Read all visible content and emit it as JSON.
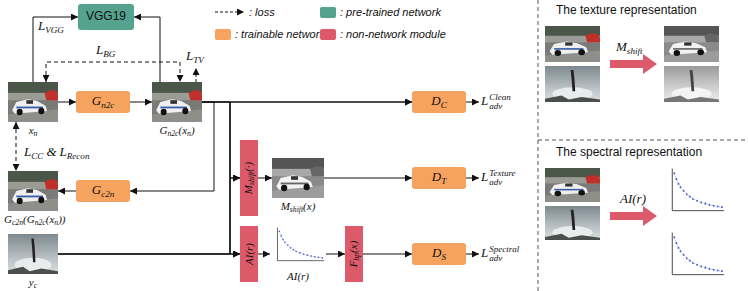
{
  "diagram": {
    "nodes": [
      {
        "text": [
          "VGG19"
        ]
      },
      {
        "text": [
          "x",
          "n"
        ]
      },
      {
        "text": [
          "G",
          "n2c"
        ]
      },
      {
        "text": [
          "G",
          "n2c",
          "(x",
          "n",
          ")"
        ]
      },
      {
        "text": [
          "G",
          "c2n"
        ]
      },
      {
        "text": [
          "G",
          "c2n",
          "(G",
          "n2c",
          "(x",
          "n",
          "))"
        ]
      },
      {
        "text": [
          "y",
          "c"
        ]
      },
      {
        "text": [
          "M",
          "shift",
          "(·)"
        ]
      },
      {
        "text": [
          "M",
          "shift",
          "(x)"
        ]
      },
      {
        "text": [
          "AI(r)"
        ]
      },
      {
        "text": [
          "AI(r)"
        ]
      },
      {
        "text": [
          "F",
          "hp",
          "(x)"
        ]
      },
      {
        "text": [
          "D",
          "C"
        ]
      },
      {
        "text": [
          "D",
          "T"
        ]
      },
      {
        "text": [
          "D",
          "S"
        ]
      }
    ],
    "edges": [
      {
        "from": 1,
        "to": 0,
        "arrow": "to"
      },
      {
        "from": 3,
        "to": 0,
        "arrow": "to"
      },
      {
        "from": 1,
        "to": 2,
        "arrow": "to"
      },
      {
        "from": 2,
        "to": 3,
        "arrow": "to"
      },
      {
        "from": 1,
        "to": 3,
        "arrow": "both"
      },
      {
        "from": 3,
        "to": 4,
        "arrow": "to"
      },
      {
        "from": 4,
        "to": 5,
        "arrow": "to"
      },
      {
        "from": 1,
        "to": 5,
        "arrow": "both"
      },
      {
        "from": 3,
        "to": 12,
        "arrow": "to"
      },
      {
        "from": 6,
        "to": 12,
        "arrow": "to"
      },
      {
        "from": 3,
        "to": 7,
        "arrow": "to"
      },
      {
        "from": 6,
        "to": 7,
        "arrow": "to"
      },
      {
        "from": 3,
        "to": 9,
        "arrow": "to"
      },
      {
        "from": 6,
        "to": 9,
        "arrow": "to"
      },
      {
        "from": 7,
        "to": 8,
        "arrow": "to"
      },
      {
        "from": 8,
        "to": 13,
        "arrow": "to"
      },
      {
        "from": 9,
        "to": 10,
        "arrow": "to"
      },
      {
        "from": 10,
        "to": 11,
        "arrow": "to"
      },
      {
        "from": 11,
        "to": 14,
        "arrow": "to"
      }
    ],
    "labels": [
      "L",
      "VGG",
      "L",
      "BG",
      "L",
      "TV",
      "L",
      "CC",
      "&",
      "L",
      "Recon",
      "L",
      "adv",
      "Clean",
      "L",
      "adv",
      "Texture",
      "L",
      "adv",
      "Spectral",
      "The texture representation",
      "M",
      "shift",
      "The spectral representation",
      "AI(r)"
    ],
    "legend": [
      {
        "text": ": loss"
      },
      {
        "text": ": pre-trained network",
        "color": "#55a38e"
      },
      {
        "text": ": trainable network",
        "color": "#f5a35e"
      },
      {
        "text": ": non-network module",
        "color": "#dd5a6b"
      }
    ]
  }
}
